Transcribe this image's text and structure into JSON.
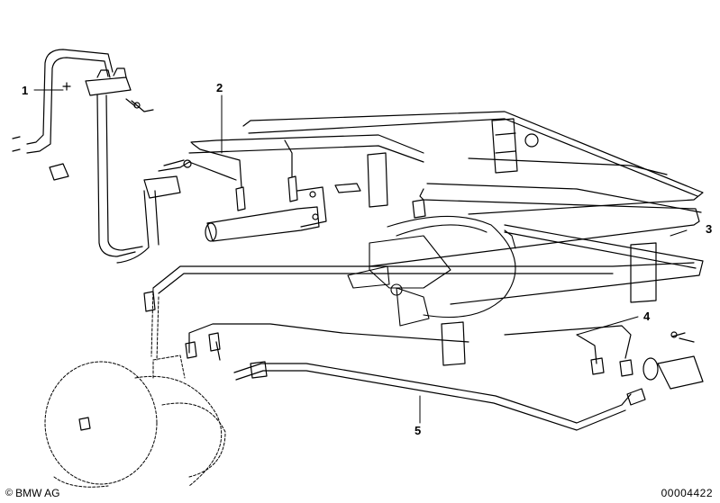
{
  "callouts": {
    "c1": "1",
    "c2": "2",
    "c3": "3",
    "c4": "4",
    "c5": "5"
  },
  "footer": {
    "copyright_symbol": "©",
    "brand": "BMW AG",
    "doc_number": "00004422"
  }
}
